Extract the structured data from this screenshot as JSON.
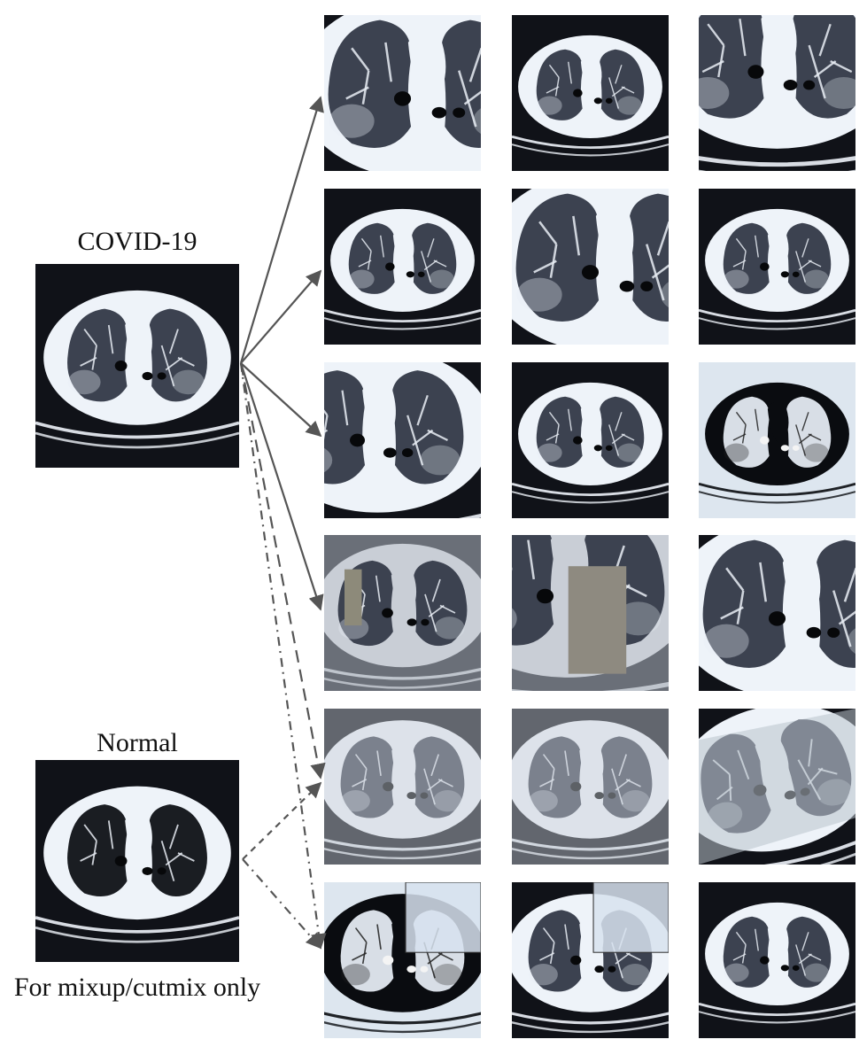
{
  "labels": {
    "covid": "COVID-19",
    "normal": "Normal",
    "note": "For mixup/cutmix only"
  },
  "sources": [
    {
      "id": "covid",
      "kind": "covid-ct-scan"
    },
    {
      "id": "normal",
      "kind": "normal-ct-scan"
    }
  ],
  "grid": {
    "rows": 6,
    "cols": 3,
    "tiles": [
      {
        "style": "zoom-right",
        "invert": false
      },
      {
        "style": "full",
        "invert": false
      },
      {
        "style": "zoom-top",
        "invert": false
      },
      {
        "style": "full",
        "invert": false
      },
      {
        "style": "zoom-right",
        "invert": false
      },
      {
        "style": "full",
        "invert": false
      },
      {
        "style": "zoom-left",
        "invert": false
      },
      {
        "style": "full",
        "invert": false
      },
      {
        "style": "full",
        "invert": true
      },
      {
        "style": "erase-left",
        "invert": false
      },
      {
        "style": "erase-center",
        "invert": false
      },
      {
        "style": "zoom-right",
        "invert": false
      },
      {
        "style": "mixup",
        "invert": false
      },
      {
        "style": "mixup",
        "invert": false
      },
      {
        "style": "rotated-mix",
        "invert": false
      },
      {
        "style": "cutmix",
        "invert": true
      },
      {
        "style": "cutmix",
        "invert": false
      },
      {
        "style": "full",
        "invert": false
      }
    ]
  },
  "colors": {
    "arrow": "#555555",
    "tissue": "#eef3f9",
    "background": "#101218"
  }
}
